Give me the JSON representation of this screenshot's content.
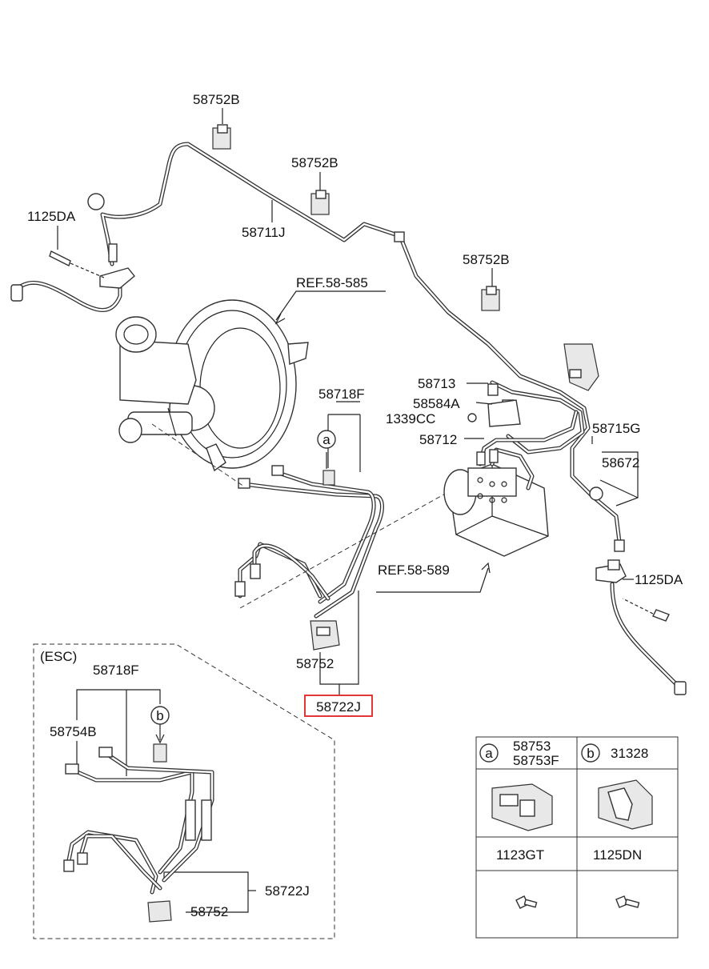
{
  "labels": {
    "clip_top": "58752B",
    "clip_mid": "58752B",
    "clip_right": "58752B",
    "bolt_left": "1125DA",
    "tube_top": "58711J",
    "ref_booster": "REF.58-585",
    "tube_front": "58718F",
    "callout_a": "a",
    "tube_abs": "58713",
    "bracket": "58584A",
    "bolt_abs": "1339CC",
    "tube_abs2": "58712",
    "tube_right": "58715G",
    "hose": "58672",
    "ref_abs": "REF.58-589",
    "bolt_right": "1125DA",
    "clip_bottom": "58752",
    "tube_assy": "58722J"
  },
  "esc": {
    "title": "(ESC)",
    "tube_front": "58718F",
    "tube_left": "58754B",
    "callout_b": "b",
    "tube_assy": "58722J",
    "clip": "58752"
  },
  "legend": {
    "a_letter": "a",
    "a_part1": "58753",
    "a_part2": "58753F",
    "b_letter": "b",
    "b_part": "31328",
    "bolt1": "1123GT",
    "bolt2": "1125DN"
  },
  "highlight_color": "#e02020"
}
